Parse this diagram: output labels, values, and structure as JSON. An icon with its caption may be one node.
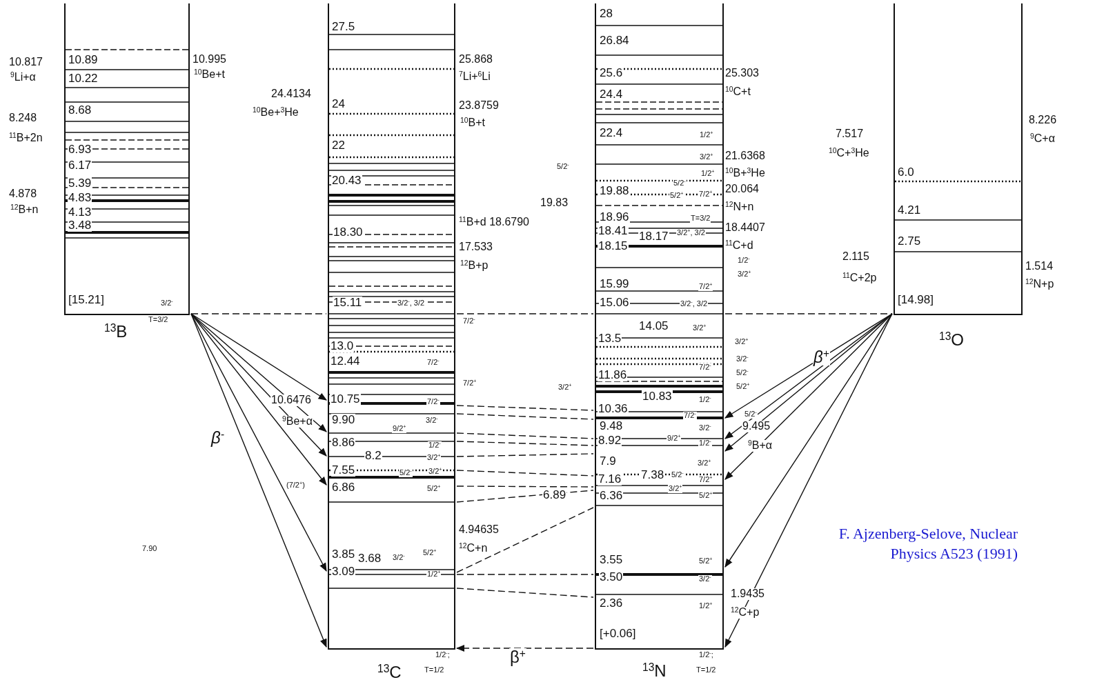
{
  "diagram": {
    "caption": "F. Ajzenberg-Selove, Nuclear Physics A523 (1991)",
    "nodes": [
      {
        "text": [
          "10.89",
          "10.22",
          "8.68",
          "6.93",
          "6.17",
          "5.39",
          "4.83",
          "4.13",
          "3.48",
          "[15.21]",
          "3/2$^{-}$"
        ],
        "beside": [
          "$^{13}$B",
          "T=3/2",
          "10.817",
          "$^{9}$Li+α",
          "8.248",
          "$^{11}$B+2n",
          "4.878",
          "$^{12}$B+n",
          "10.995",
          "$^{10}$Be+t"
        ]
      },
      {
        "text": [
          "27.5",
          "24",
          "22",
          "20.43",
          "18.30",
          "15.11",
          "3/2$^{-}$, 3/2",
          "13.0",
          "12.44",
          "7/2$^{-}$",
          "10.75",
          "7/2$^{-}$",
          "9.90",
          "3/2$^{-}$",
          "9/2$^{+}$",
          "8.86",
          "1/2$^{-}$",
          "8.2",
          "3/2$^{+}$",
          "7.55",
          "5/2$^{-}$",
          "3/2$^{+}$",
          "6.86",
          "5/2$^{+}$",
          "3.85",
          "3.68",
          "3/2$^{-}$",
          "5/2$^{+}$",
          "3.09",
          "1/2$^{+}$"
        ],
        "beside": [
          "$^{13}$C",
          "1/2$^{-}$;",
          "T=1/2",
          "24.4134",
          "$^{10}$Be+$^{3}$He",
          "25.868",
          "$^{7}$Li+$^{6}$Li",
          "23.8759",
          "$^{10}$B+t",
          "$^{11}$B+d 18.6790",
          "17.533",
          "$^{12}$B+p",
          "7/2$^{-}$",
          "7/2$^{+}$",
          "10.6476",
          "$^{9}$Be+α",
          "(7/2$^{+}$)",
          "4.94635",
          "$^{12}$C+n"
        ]
      },
      {
        "text": [
          "28",
          "26.84",
          "25.6",
          "24.4",
          "22.4",
          "1/2$^{+}$",
          "3/2$^{+}$",
          "1/2$^{+}$",
          "5/2$^{-}$",
          "19.88",
          "5/2$^{+}$",
          "7/2$^{+}$",
          "18.96",
          "T=3/2",
          "18.41",
          "18.17",
          "3/2$^{+}$, 3/2",
          "18.15",
          "15.99",
          "7/2$^{+}$",
          "15.06",
          "3/2$^{-}$, 3/2",
          "14.05",
          "3/2$^{+}$",
          "13.5",
          "7/2$^{-}$",
          "11.86",
          "10.83",
          "1/2$^{-}$",
          "10.36",
          "7/2$^{-}$",
          "9.48",
          "3/2$^{-}$",
          "9/2$^{+}$",
          "8.92",
          "1/2$^{-}$",
          "7.9",
          "3/2$^{+}$",
          "7.38",
          "5/2$^{-}$",
          "7.16",
          "7/2$^{+}$",
          "3/2$^{+}$",
          "6.36",
          "5/2$^{+}$",
          "3.55",
          "5/2$^{+}$",
          "3.50",
          "3/2$^{-}$",
          "2.36",
          "1/2$^{+}$",
          "[+0.06]"
        ],
        "beside": [
          "$^{13}$N",
          "1/2$^{-}$;",
          "T=1/2",
          "5/2$^{-}$",
          "19.83",
          "3/2$^{+}$",
          "6.89",
          "25.303",
          "$^{10}$C+t",
          "21.6368",
          "$^{10}$B+$^{3}$He",
          "20.064",
          "$^{12}$N+n",
          "18.4407",
          "$^{11}$C+d",
          "1/2$^{-}$",
          "3/2$^{+}$",
          "3/2$^{+}$",
          "3/2$^{-}$",
          "5/2$^{-}$",
          "5/2$^{+}$",
          "5/2$^{-}$",
          "9.495",
          "$^{9}$B+α",
          "1.9435",
          "$^{12}$C+p"
        ]
      },
      {
        "text": [
          "6.0",
          "4.21",
          "2.75",
          "[14.98]"
        ],
        "beside": [
          "$^{13}$O",
          "7.517",
          "$^{10}$C+$^{3}$He",
          "2.115",
          "$^{11}$C+2p",
          "8.226",
          "$^{9}$C+α",
          "1.514",
          "$^{12}$N+p"
        ]
      }
    ],
    "edges": [
      {
        "from": 0,
        "to": 1,
        "arrow": "to"
      },
      {
        "from": 0,
        "to": 1,
        "arrow": "to"
      },
      {
        "from": 0,
        "to": 1,
        "arrow": "to"
      },
      {
        "from": 0,
        "to": 1,
        "arrow": "to"
      },
      {
        "from": 0,
        "to": 1,
        "arrow": "to"
      },
      {
        "from": 0,
        "to": 1,
        "arrow": "to"
      },
      {
        "from": 3,
        "to": 2,
        "arrow": "to"
      },
      {
        "from": 3,
        "to": 2,
        "arrow": "to"
      },
      {
        "from": 3,
        "to": 2,
        "arrow": "to"
      },
      {
        "from": 3,
        "to": 2,
        "arrow": "to"
      },
      {
        "from": 3,
        "to": 2,
        "arrow": "to"
      },
      {
        "from": 3,
        "to": 2,
        "arrow": "to"
      },
      {
        "from": 2,
        "to": 1,
        "arrow": "to",
        "label": "β$^{+}$",
        "style": "dashed"
      },
      {
        "from": 0,
        "to": 1,
        "arrow": "none",
        "style": "dashed"
      },
      {
        "from": 1,
        "to": 2,
        "arrow": "none",
        "style": "dashed"
      },
      {
        "from": 2,
        "to": 3,
        "arrow": "none",
        "style": "dashed"
      },
      {
        "from": 1,
        "to": 2,
        "arrow": "none",
        "style": "dashed"
      },
      {
        "from": 1,
        "to": 2,
        "arrow": "none",
        "style": "dashed"
      },
      {
        "from": 1,
        "to": 2,
        "arrow": "none",
        "style": "dashed"
      },
      {
        "from": 1,
        "to": 2,
        "arrow": "none",
        "style": "dashed"
      },
      {
        "from": 1,
        "to": 2,
        "arrow": "none",
        "style": "dashed"
      },
      {
        "from": 1,
        "to": 2,
        "arrow": "none",
        "style": "dashed"
      },
      {
        "from": 1,
        "to": 2,
        "arrow": "none",
        "style": "dashed"
      },
      {
        "from": 1,
        "to": 2,
        "arrow": "none",
        "style": "dashed"
      },
      {
        "from": 1,
        "to": 2,
        "arrow": "none",
        "style": "dashed"
      },
      {
        "from": 1,
        "to": 2,
        "arrow": "none",
        "style": "dashed"
      },
      {
        "from": 1,
        "to": 2,
        "arrow": "none",
        "style": "dashed"
      }
    ],
    "labels": [
      "β$^{-}$",
      "β$^{+}$",
      "7.90"
    ]
  }
}
